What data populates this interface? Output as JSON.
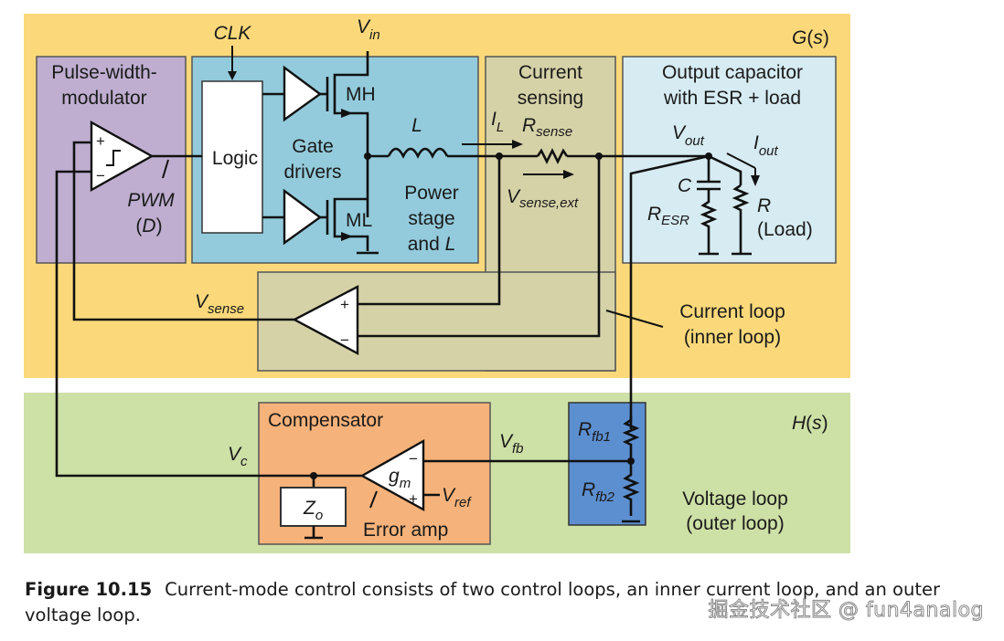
{
  "colors": {
    "plant_bg": "#fbd97a",
    "feedback_bg": "#cde0a6",
    "pwm_block": "#bfaed0",
    "power_block": "#93cbdc",
    "sense_block": "#d6d2a8",
    "output_block": "#d6ebf2",
    "compensator_block": "#f5b27a",
    "divider_block": "#5c8fd0"
  },
  "regions": {
    "plant_label": "G(s)",
    "feedback_label": "H(s)"
  },
  "blocks": {
    "pwm": {
      "title_line1": "Pulse-width-",
      "title_line2": "modulator",
      "pwm_label": "PWM",
      "duty_label": "(D)",
      "plus": "+",
      "minus": "−"
    },
    "power": {
      "logic": "Logic",
      "gate_line1": "Gate",
      "gate_line2": "drivers",
      "mh": "MH",
      "ml": "ML",
      "inductor": "L",
      "stage_line1": "Power",
      "stage_line2": "stage",
      "stage_line3": "and L"
    },
    "sensing": {
      "title_line1": "Current",
      "title_line2": "sensing",
      "il": "I",
      "il_sub": "L",
      "rsense": "R",
      "rsense_sub": "sense",
      "vsense_ext": "V",
      "vsense_ext_sub": "sense,ext"
    },
    "output": {
      "title_line1": "Output capacitor",
      "title_line2": "with ESR + load",
      "vout": "V",
      "vout_sub": "out",
      "iout": "I",
      "iout_sub": "out",
      "cap": "C",
      "resr": "R",
      "resr_sub": "ESR",
      "r": "R",
      "load": "(Load)"
    },
    "current_loop": {
      "vsense": "V",
      "vsense_sub": "sense",
      "plus": "+",
      "minus": "−",
      "label_line1": "Current loop",
      "label_line2": "(inner loop)"
    },
    "compensator": {
      "title": "Compensator",
      "vc": "V",
      "vc_sub": "c",
      "gm": "g",
      "gm_sub": "m",
      "zo": "Z",
      "zo_sub": "o",
      "vref": "V",
      "vref_sub": "ref",
      "error_amp": "Error amp",
      "plus": "+",
      "minus": "−",
      "vfb": "V",
      "vfb_sub": "fb"
    },
    "divider": {
      "rfb1": "R",
      "rfb1_sub": "fb1",
      "rfb2": "R",
      "rfb2_sub": "fb2",
      "label_line1": "Voltage loop",
      "label_line2": "(outer loop)"
    }
  },
  "inputs": {
    "clk": "CLK",
    "vin": "V",
    "vin_sub": "in"
  },
  "caption": {
    "figure_number": "Figure 10.15",
    "text": "Current-mode control consists of two control loops, an inner current loop, and an outer voltage loop."
  },
  "watermark": "掘金技术社区 @ fun4analog"
}
